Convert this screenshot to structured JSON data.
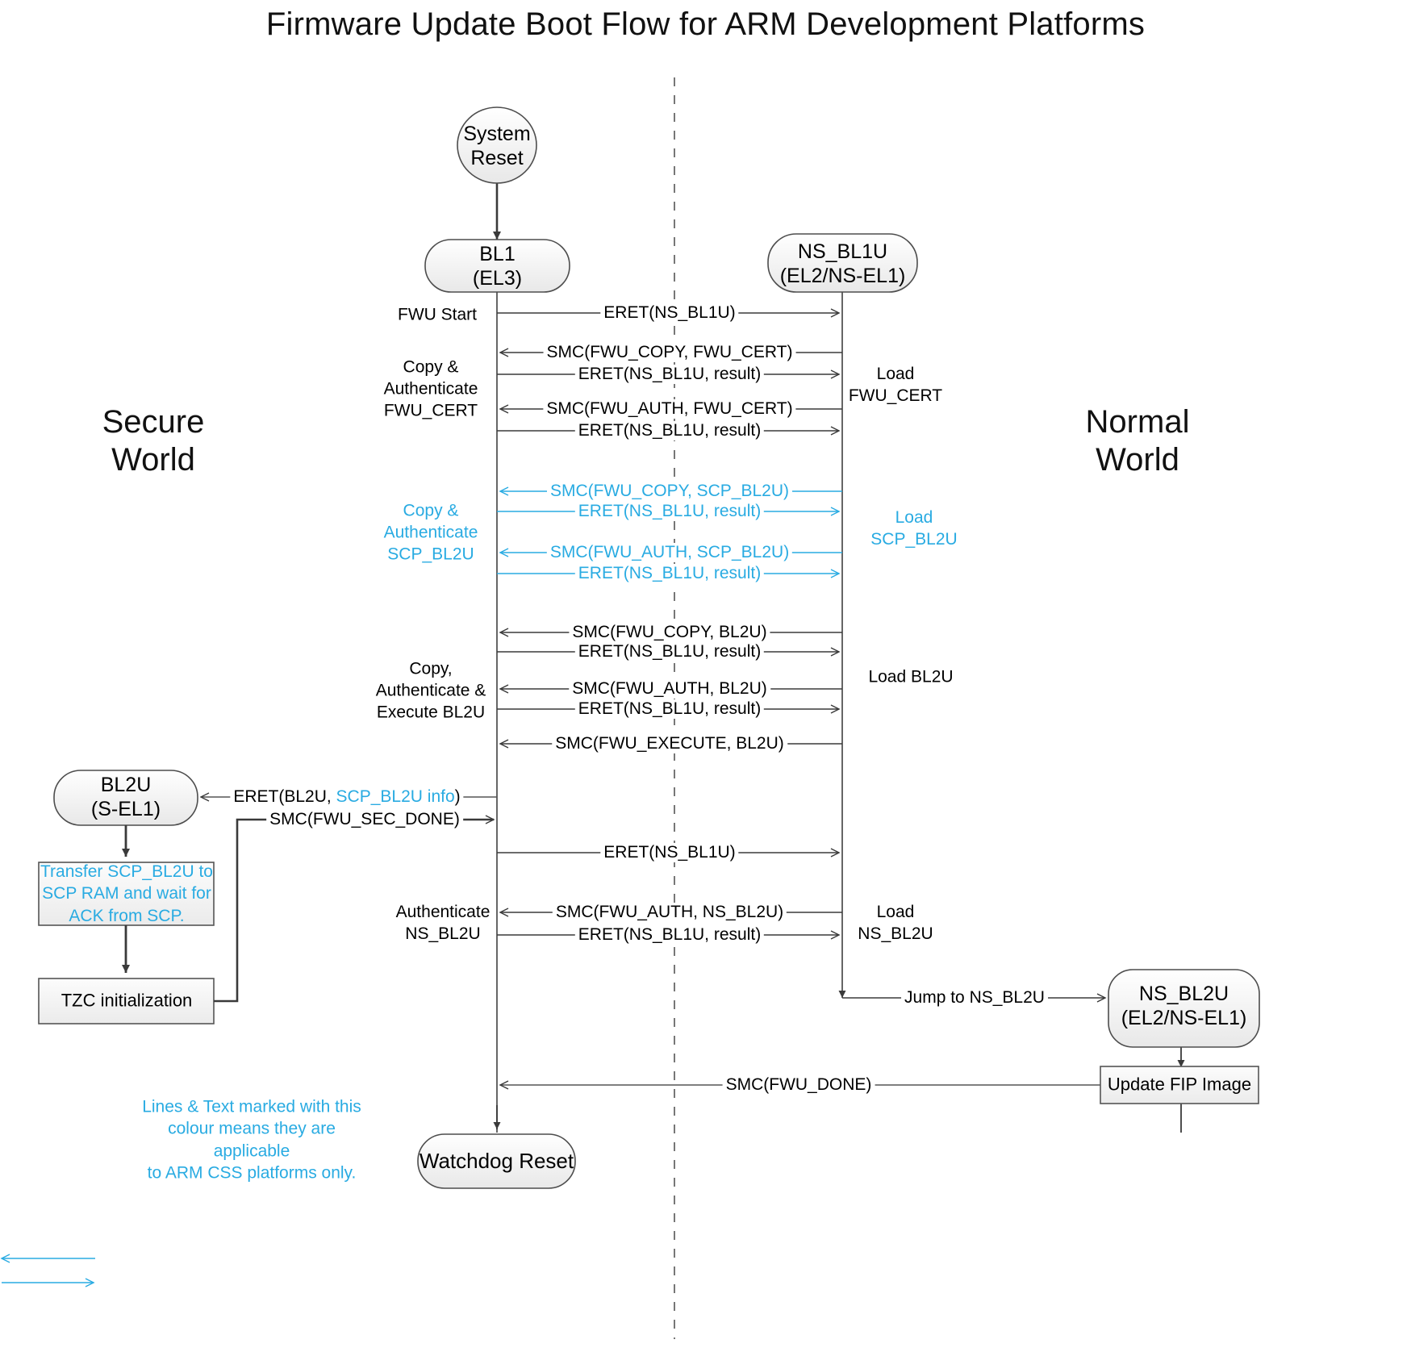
{
  "title": "Firmware Update Boot Flow for ARM Development Platforms",
  "colors": {
    "cyan": "#29ABE2",
    "line": "#3a3a3a",
    "node_fill_top": "#ffffff",
    "node_fill_bottom": "#ececec",
    "node_stroke": "#4d4d4d"
  },
  "worlds": {
    "secure": "Secure\nWorld",
    "secure_line1": "Secure",
    "secure_line2": "World",
    "normal_line1": "Normal",
    "normal_line2": "World"
  },
  "nodes": {
    "system_reset": {
      "line1": "System",
      "line2": "Reset"
    },
    "bl1": {
      "line1": "BL1",
      "line2": "(EL3)"
    },
    "ns_bl1u": {
      "line1": "NS_BL1U",
      "line2": "(EL2/NS-EL1)"
    },
    "bl2u": {
      "line1": "BL2U",
      "line2": "(S-EL1)"
    },
    "ns_bl2u": {
      "line1": "NS_BL2U",
      "line2": "(EL2/NS-EL1)"
    },
    "watchdog_reset": {
      "line1": "Watchdog Reset"
    },
    "transfer_scp": {
      "line1": "Transfer SCP_BL2U to",
      "line2": "SCP RAM and wait for",
      "line3": "ACK from SCP."
    },
    "tzc_init": {
      "line1": "TZC initialization"
    },
    "update_fip": {
      "line1": "Update FIP Image"
    }
  },
  "messages": [
    {
      "id": "m1",
      "label": "ERET(NS_BL1U)",
      "color": "black",
      "dir": "right"
    },
    {
      "id": "m2",
      "label": "SMC(FWU_COPY, FWU_CERT)",
      "color": "black",
      "dir": "left"
    },
    {
      "id": "m3",
      "label": "ERET(NS_BL1U, result)",
      "color": "black",
      "dir": "right"
    },
    {
      "id": "m4",
      "label": "SMC(FWU_AUTH, FWU_CERT)",
      "color": "black",
      "dir": "left"
    },
    {
      "id": "m5",
      "label": "ERET(NS_BL1U, result)",
      "color": "black",
      "dir": "right"
    },
    {
      "id": "m6",
      "label": "SMC(FWU_COPY, SCP_BL2U)",
      "color": "cyan",
      "dir": "left"
    },
    {
      "id": "m7",
      "label": "ERET(NS_BL1U, result)",
      "color": "cyan",
      "dir": "right"
    },
    {
      "id": "m8",
      "label": "SMC(FWU_AUTH, SCP_BL2U)",
      "color": "cyan",
      "dir": "left"
    },
    {
      "id": "m9",
      "label": "ERET(NS_BL1U, result)",
      "color": "cyan",
      "dir": "right"
    },
    {
      "id": "m10",
      "label": "SMC(FWU_COPY, BL2U)",
      "color": "black",
      "dir": "left"
    },
    {
      "id": "m11",
      "label": "ERET(NS_BL1U, result)",
      "color": "black",
      "dir": "right"
    },
    {
      "id": "m12",
      "label": "SMC(FWU_AUTH, BL2U)",
      "color": "black",
      "dir": "left"
    },
    {
      "id": "m13",
      "label": "ERET(NS_BL1U, result)",
      "color": "black",
      "dir": "right"
    },
    {
      "id": "m14",
      "label": "SMC(FWU_EXECUTE, BL2U)",
      "color": "black",
      "dir": "left"
    },
    {
      "id": "m15",
      "label": "SMC(FWU_SEC_DONE)",
      "color": "black",
      "dir": "right"
    },
    {
      "id": "m16",
      "label": "ERET(NS_BL1U)",
      "color": "black",
      "dir": "right"
    },
    {
      "id": "m17",
      "label": "SMC(FWU_AUTH, NS_BL2U)",
      "color": "black",
      "dir": "left"
    },
    {
      "id": "m18",
      "label": "ERET(NS_BL1U, result)",
      "color": "black",
      "dir": "right"
    },
    {
      "id": "m19",
      "label": "Jump to NS_BL2U",
      "color": "black",
      "dir": "right"
    },
    {
      "id": "m20",
      "label": "SMC(FWU_DONE)",
      "color": "black",
      "dir": "left"
    }
  ],
  "eret_bl2u": {
    "prefix": "ERET(BL2U, ",
    "cyan_part": "SCP_BL2U info",
    "suffix": ")"
  },
  "side_labels": {
    "fwu_start": "FWU Start",
    "copy_auth_cert": {
      "l1": "Copy &",
      "l2": "Authenticate",
      "l3": "FWU_CERT"
    },
    "copy_auth_scp": {
      "l1": "Copy &",
      "l2": "Authenticate",
      "l3": "SCP_BL2U"
    },
    "copy_auth_exec": {
      "l1": "Copy,",
      "l2": "Authenticate &",
      "l3": "Execute BL2U"
    },
    "authenticate_ns_bl2u": {
      "l1": "Authenticate",
      "l2": "NS_BL2U"
    },
    "load_fwu_cert": {
      "l1": "Load",
      "l2": "FWU_CERT"
    },
    "load_scp_bl2u": {
      "l1": "Load",
      "l2": "SCP_BL2U"
    },
    "load_bl2u": {
      "l1": "Load BL2U"
    },
    "load_ns_bl2u": {
      "l1": "Load",
      "l2": "NS_BL2U"
    }
  },
  "legend": {
    "l1": "Lines & Text marked with this",
    "l2": "colour means they are applicable",
    "l3": "to ARM CSS platforms only."
  }
}
